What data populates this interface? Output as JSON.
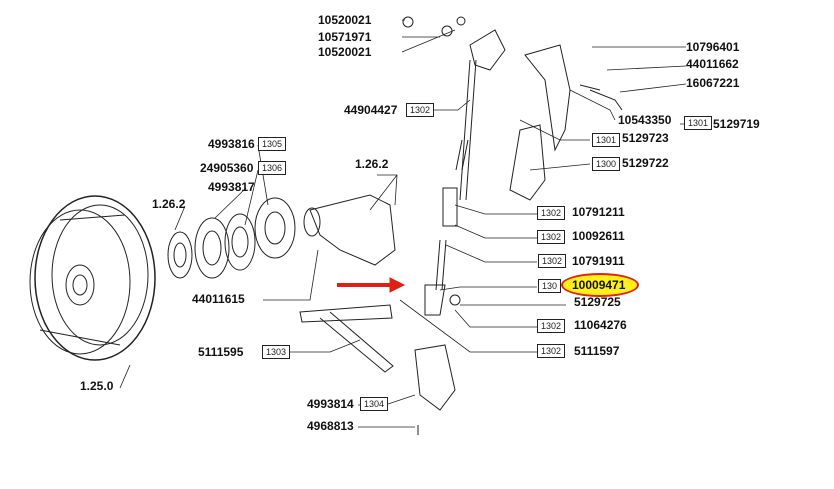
{
  "labels": {
    "p10520021a": "10520021",
    "p10571971": "10571971",
    "p10520021b": "10520021",
    "p44904427": "44904427",
    "p10796401": "10796401",
    "p44011662": "44011662",
    "p16067221": "16067221",
    "p10543350": "10543350",
    "p5129719": "5129719",
    "p5129723": "5129723",
    "p5129722": "5129722",
    "ref1262a": "1.26.2",
    "p4993816": "4993816",
    "p24905360": "24905360",
    "p4993817": "4993817",
    "ref1262b": "1.26.2",
    "p44011615": "44011615",
    "p5111595": "5111595",
    "ref1250": "1.25.0",
    "p4993814": "4993814",
    "p4968813": "4968813",
    "p10791211": "10791211",
    "p10092611": "10092611",
    "p10791911": "10791911",
    "p10009471": "10009471",
    "p5129725": "5129725",
    "p11064276": "11064276",
    "p5111597": "5111597"
  },
  "boxes": {
    "b1302": "1302",
    "b1301": "1301",
    "b1300": "1300",
    "b1305": "1305",
    "b1306": "1306",
    "b1303": "1303",
    "b1304": "1304",
    "b130": "130"
  },
  "highlight": {
    "part": "10009471",
    "fill": "#ffef1a",
    "ring": "#d21"
  },
  "arrow_color": "#d21"
}
